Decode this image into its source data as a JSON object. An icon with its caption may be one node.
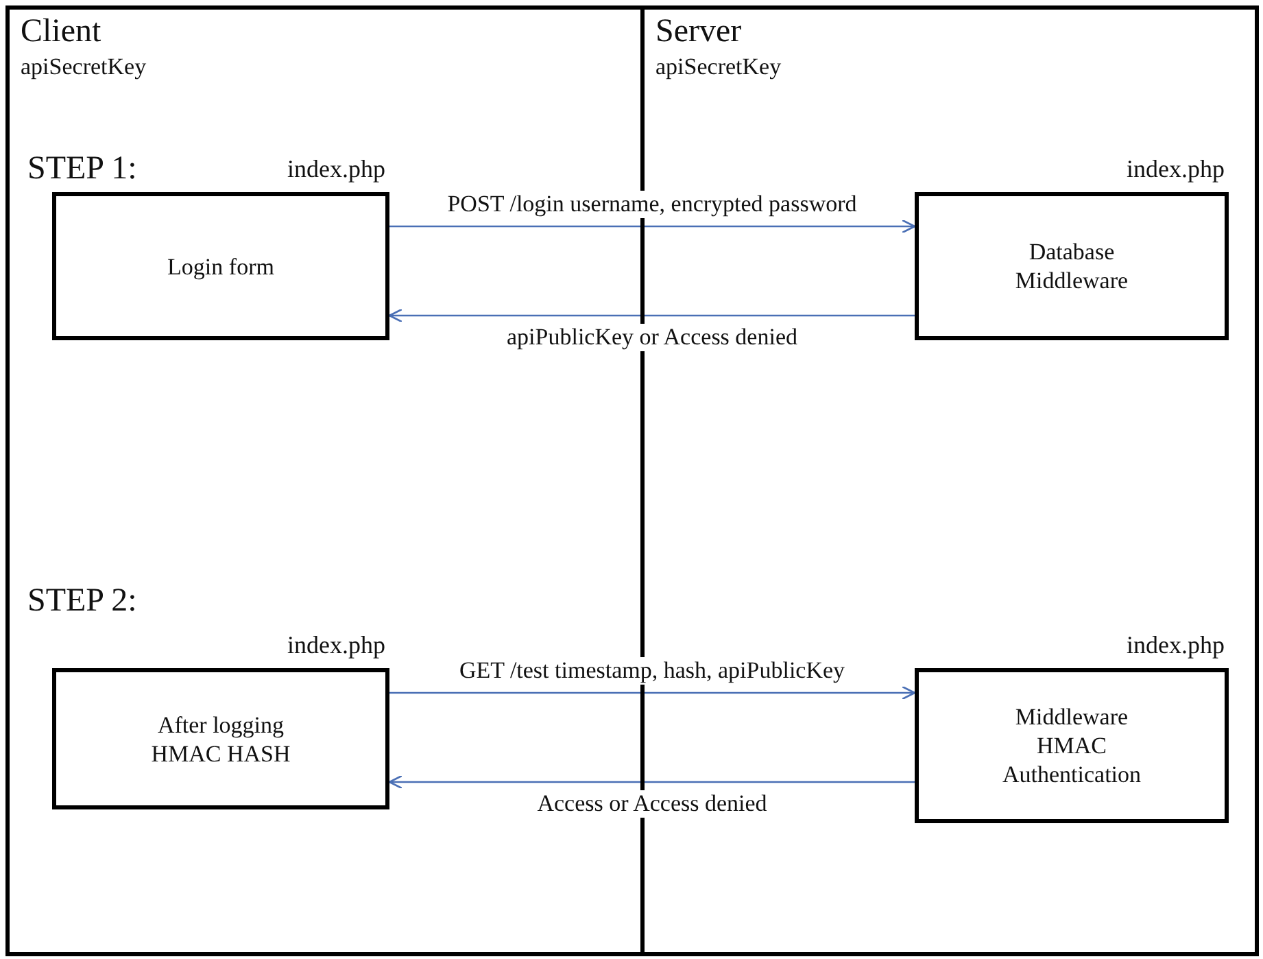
{
  "diagram": {
    "nodes": [
      {
        "text": [
          "Client",
          "apiSecretKey"
        ]
      },
      {
        "text": [
          "Server",
          "apiSecretKey"
        ]
      },
      {
        "text": [
          "Login form"
        ],
        "in": 0,
        "beside": [
          "index.php"
        ]
      },
      {
        "text": [
          "Database Middleware"
        ],
        "in": 1,
        "beside": [
          "index.php"
        ]
      },
      {
        "text": [
          "After logging HMAC HASH"
        ],
        "in": 0,
        "beside": [
          "index.php"
        ]
      },
      {
        "text": [
          "Middleware HMAC Authentication"
        ],
        "in": 1,
        "beside": [
          "index.php"
        ]
      }
    ],
    "edges": [
      {
        "from": 2,
        "to": 3,
        "arrow": "to",
        "label": "POST /login username, encrypted password"
      },
      {
        "from": 3,
        "to": 2,
        "arrow": "to",
        "label": "apiPublicKey or Access denied"
      },
      {
        "from": 4,
        "to": 5,
        "arrow": "to",
        "label": "GET /test timestamp, hash, apiPublicKey"
      },
      {
        "from": 5,
        "to": 4,
        "arrow": "to",
        "label": "Access or Access denied"
      }
    ],
    "labels": [
      "STEP 1:",
      "STEP 2:"
    ]
  }
}
